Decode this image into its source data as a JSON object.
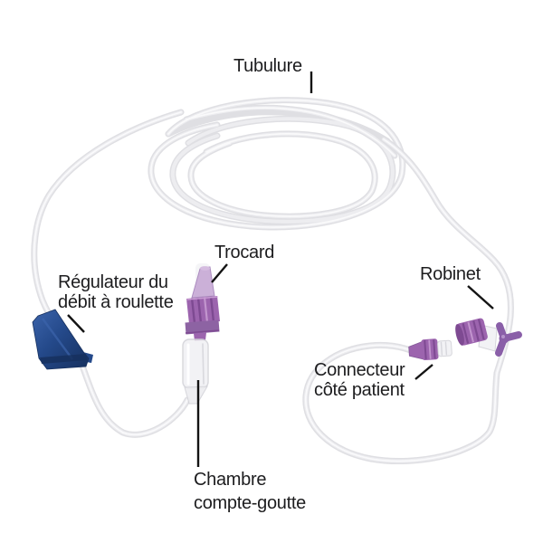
{
  "page": {
    "background": "#ffffff",
    "description": "Annotated photo of an IV infusion set (tubing) with French part labels"
  },
  "labels": {
    "tubing": {
      "text": "Tubulure"
    },
    "trocar": {
      "text": "Trocard"
    },
    "flow_regulator": {
      "line1": "Régulateur du",
      "line2": "débit à roulette"
    },
    "stopcock": {
      "text": "Robinet"
    },
    "patient_connector": {
      "line1": "Connecteur",
      "line2": "côté patient"
    },
    "drip_chamber": {
      "line1": "Chambre",
      "line2": "compte-goutte"
    }
  },
  "colors": {
    "label_text": "#1d1d1f",
    "leader_line": "#141414",
    "tubing_gray": "#dfdfe3",
    "tubing_highlight": "#fbfbfc",
    "clamp_blue": "#24498a",
    "clamp_blue_dark": "#16305e",
    "clamp_blue_light": "#3c64ab",
    "purple_main": "#9c64ae",
    "purple_dark": "#7e4a92",
    "purple_light": "#c79ad2",
    "purple_handle": "#8a5fa8",
    "spike_purple": "#c8abd6",
    "clear_plastic": "#f1f1f4",
    "plastic_edge": "#d2d2d8"
  }
}
